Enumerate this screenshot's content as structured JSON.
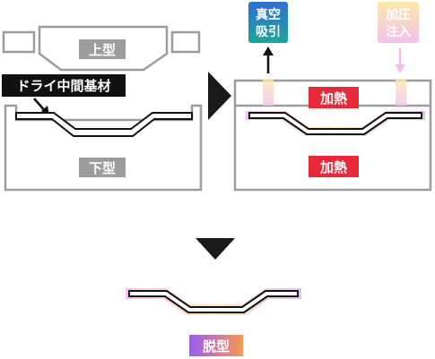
{
  "left_panel": {
    "upper_mold_label": "上型",
    "lower_mold_label": "下型",
    "callout_label": "ドライ中間基材"
  },
  "right_panel": {
    "vacuum_label": [
      "真空",
      "吸引"
    ],
    "pressure_label": [
      "加圧",
      "注入"
    ],
    "heat_top_label": "加熱",
    "heat_bottom_label": "加熱"
  },
  "bottom": {
    "demold_label": "脱型"
  },
  "colors": {
    "mold_gray": "#9c9c9c",
    "heat_red": "#e8293a",
    "vacuum_blue_top": "#2f6fd1",
    "vacuum_teal_bottom": "#1aa79a",
    "pressure_yellow": "#fde9a8",
    "pressure_pink": "#f3c0ee",
    "demold_purple": "#9b5cf2",
    "demold_orange": "#f59a52",
    "arrow_black": "#1a1a1a"
  }
}
